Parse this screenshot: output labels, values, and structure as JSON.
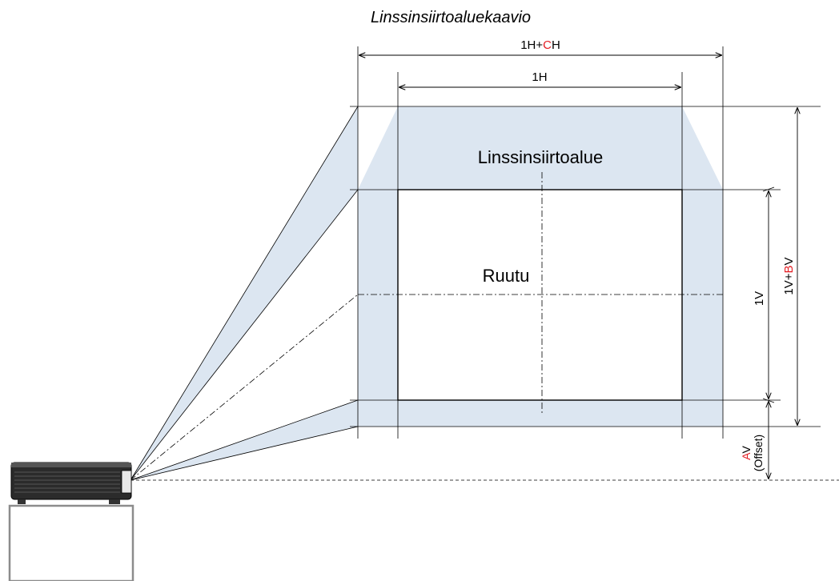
{
  "title": "Linssinsiirtoaluekaavio",
  "labels": {
    "shift_area": "Linssinsiirtoalue",
    "screen": "Ruutu",
    "one_h": "1H",
    "one_v": "1V",
    "h_range": {
      "base": "1H+",
      "accent": "C",
      "tail": "H"
    },
    "v_range": {
      "base": "1V+",
      "accent": "B",
      "tail": "V"
    },
    "offset": {
      "accent": "A",
      "tail": "V",
      "note": "(Offset)"
    }
  },
  "colors": {
    "shift_fill": "#dce6f1",
    "line": "#000000",
    "accent": "#e31e24",
    "projector_body": "#2b2b2b",
    "stand": "#8c8c8c"
  }
}
